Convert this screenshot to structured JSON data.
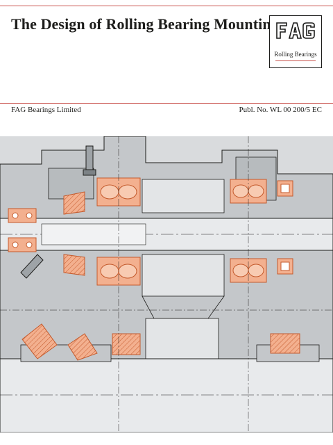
{
  "header": {
    "title": "The Design of Rolling Bearing Mountings"
  },
  "logo": {
    "brand": "FAG",
    "subtitle": "Rolling Bearings"
  },
  "publication": {
    "company": "FAG Bearings Limited",
    "number": "Publ. No. WL 00 200/5 EC"
  },
  "colors": {
    "rule": "#c8504a",
    "steel": "#c4c7ca",
    "steel_dark": "#9ea3a7",
    "bearing": "#f3b08f",
    "bearing_edge": "#c45a2c",
    "outline": "#1d1d1b"
  }
}
